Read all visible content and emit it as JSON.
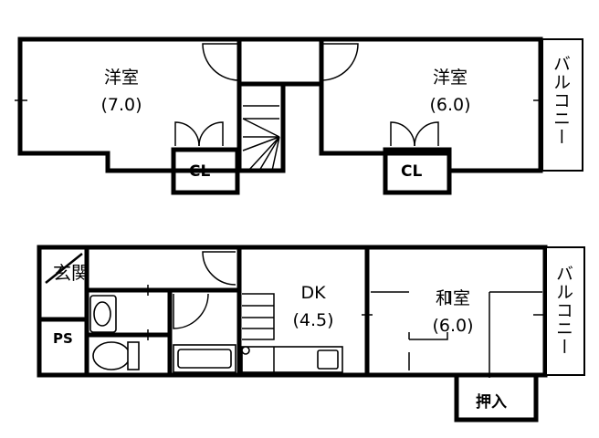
{
  "upper_floor": {
    "room_left": {
      "name": "洋室",
      "size": "(7.0)"
    },
    "room_right": {
      "name": "洋室",
      "size": "(6.0)"
    },
    "closet_left": "CL",
    "closet_right": "CL",
    "balcony": "バルコニー"
  },
  "lower_floor": {
    "entrance": "玄関",
    "pipe_space": "PS",
    "dining_kitchen": {
      "name": "DK",
      "size": "(4.5)"
    },
    "japanese_room": {
      "name": "和室",
      "size": "(6.0)"
    },
    "closet": "押入",
    "balcony": "バルコニー"
  }
}
